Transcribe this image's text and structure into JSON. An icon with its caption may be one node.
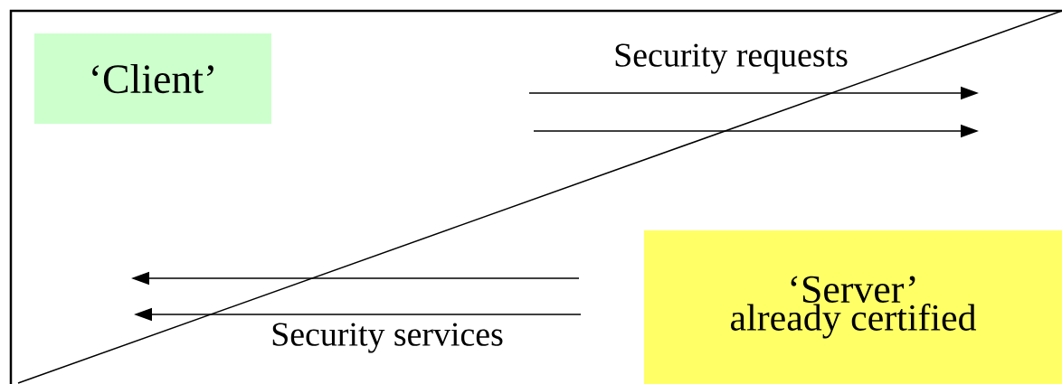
{
  "diagram": {
    "nodes": [
      {
        "text": [
          "‘Client’"
        ]
      },
      {
        "text": [
          "‘Server’",
          "already certified"
        ]
      }
    ],
    "labels": [
      "Security requests",
      "Security services"
    ]
  }
}
